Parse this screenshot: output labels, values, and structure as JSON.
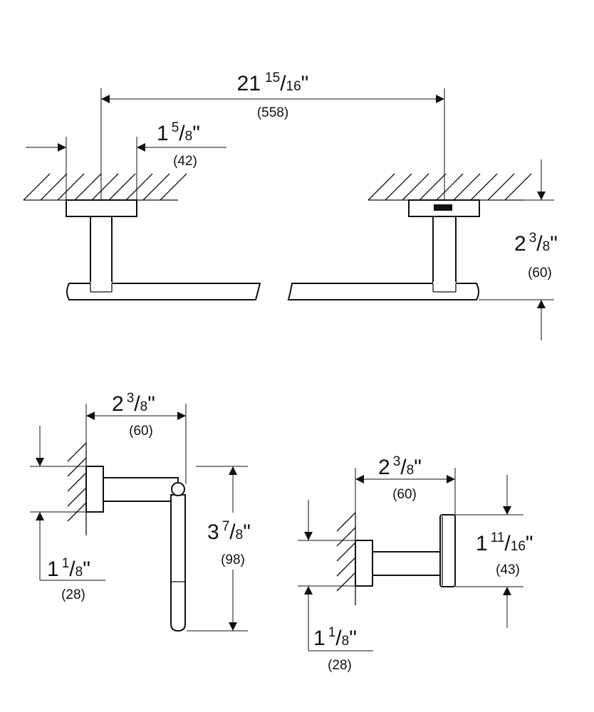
{
  "dimensions": {
    "overall_width": {
      "whole": "21",
      "num": "15",
      "den": "16",
      "unit": "\"",
      "mm": "(558)"
    },
    "bracket_width": {
      "whole": "1",
      "num": "5",
      "den": "8",
      "unit": "\"",
      "mm": "(42)"
    },
    "bar_projection": {
      "whole": "2",
      "num": "3",
      "den": "8",
      "unit": "\"",
      "mm": "(60)"
    },
    "holder_projection": {
      "whole": "2",
      "num": "3",
      "den": "8",
      "unit": "\"",
      "mm": "(60)"
    },
    "holder_height": {
      "whole": "3",
      "num": "7",
      "den": "8",
      "unit": "\"",
      "mm": "(98)"
    },
    "holder_rose": {
      "whole": "1",
      "num": "1",
      "den": "8",
      "unit": "\"",
      "mm": "(28)"
    },
    "hook_projection": {
      "whole": "2",
      "num": "3",
      "den": "8",
      "unit": "\"",
      "mm": "(60)"
    },
    "hook_height": {
      "whole": "1",
      "num": "11",
      "den": "16",
      "unit": "\"",
      "mm": "(43)"
    },
    "hook_rose": {
      "whole": "1",
      "num": "1",
      "den": "8",
      "unit": "\"",
      "mm": "(28)"
    }
  }
}
